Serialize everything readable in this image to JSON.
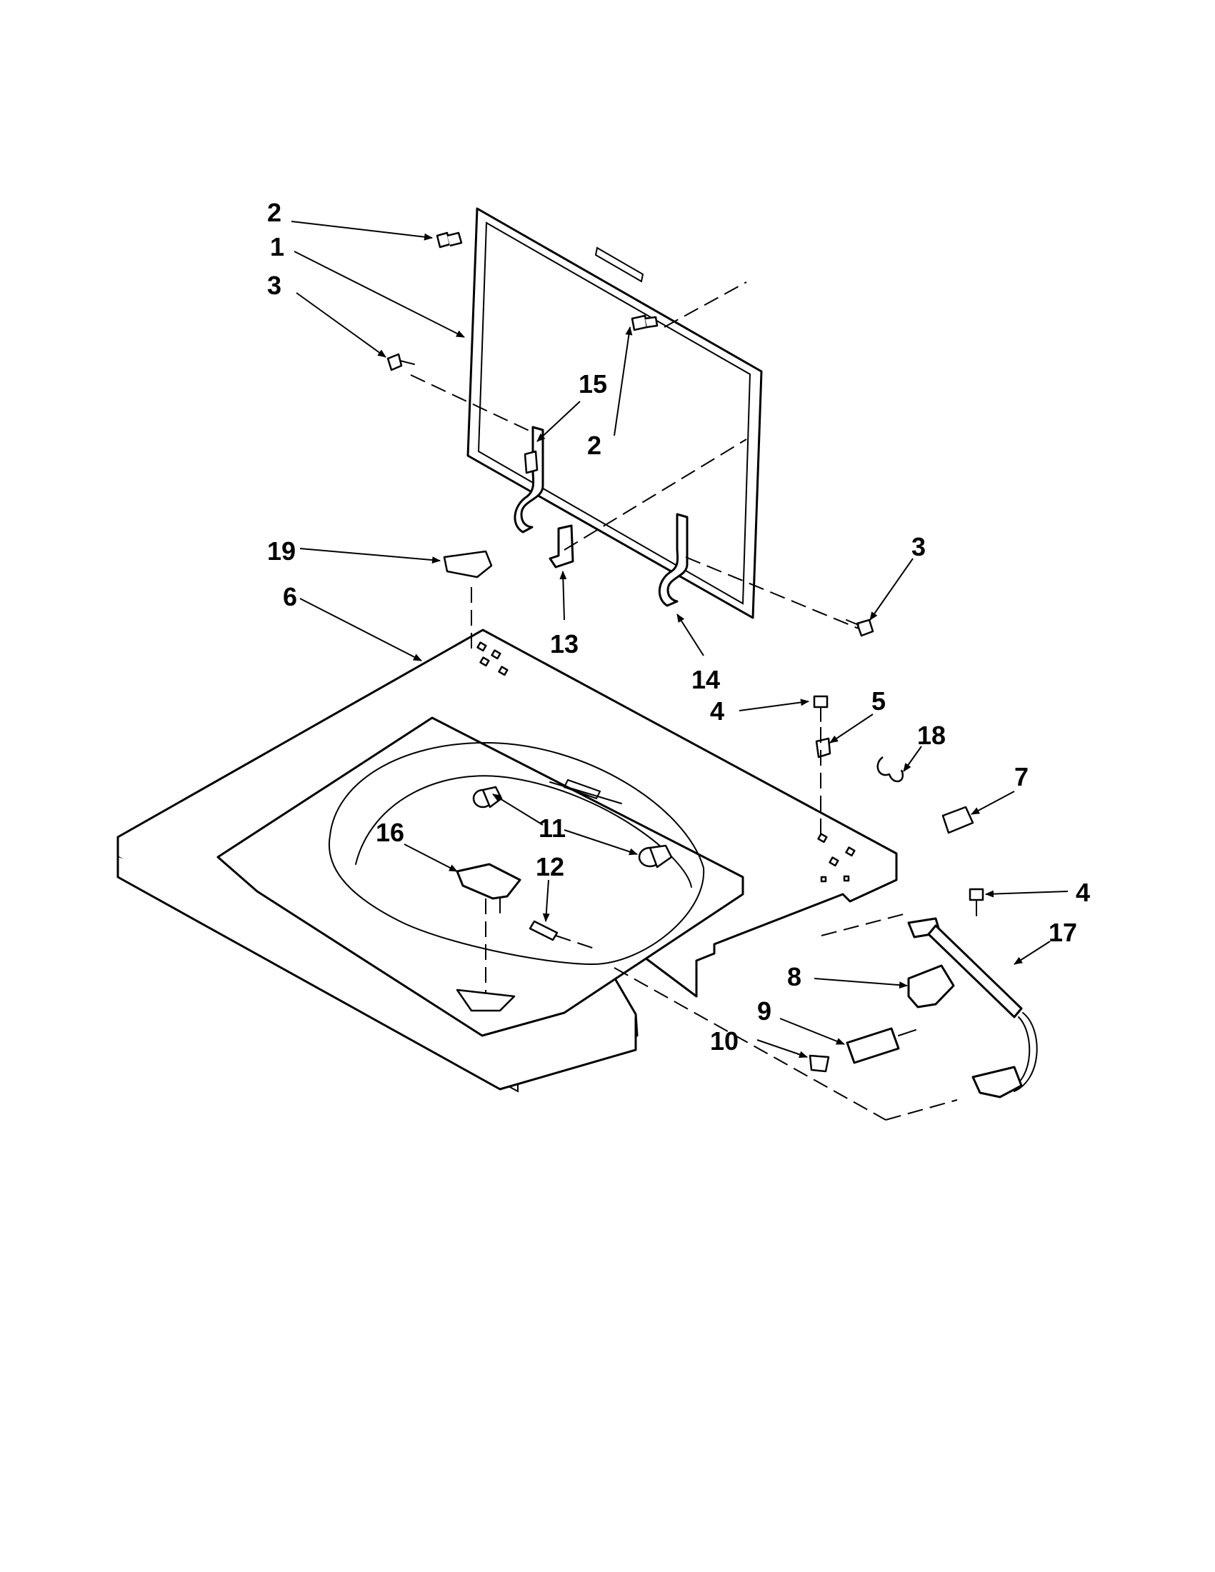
{
  "callouts": [
    {
      "id": "c2a",
      "label": "2"
    },
    {
      "id": "c1",
      "label": "1"
    },
    {
      "id": "c3a",
      "label": "3"
    },
    {
      "id": "c15",
      "label": "15"
    },
    {
      "id": "c2b",
      "label": "2"
    },
    {
      "id": "c3b",
      "label": "3"
    },
    {
      "id": "c19",
      "label": "19"
    },
    {
      "id": "c6",
      "label": "6"
    },
    {
      "id": "c13",
      "label": "13"
    },
    {
      "id": "c14",
      "label": "14"
    },
    {
      "id": "c4a",
      "label": "4"
    },
    {
      "id": "c5",
      "label": "5"
    },
    {
      "id": "c18",
      "label": "18"
    },
    {
      "id": "c7",
      "label": "7"
    },
    {
      "id": "c11",
      "label": "11"
    },
    {
      "id": "c16",
      "label": "16"
    },
    {
      "id": "c12",
      "label": "12"
    },
    {
      "id": "c4b",
      "label": "4"
    },
    {
      "id": "c17",
      "label": "17"
    },
    {
      "id": "c8",
      "label": "8"
    },
    {
      "id": "c9",
      "label": "9"
    },
    {
      "id": "c10",
      "label": "10"
    }
  ]
}
